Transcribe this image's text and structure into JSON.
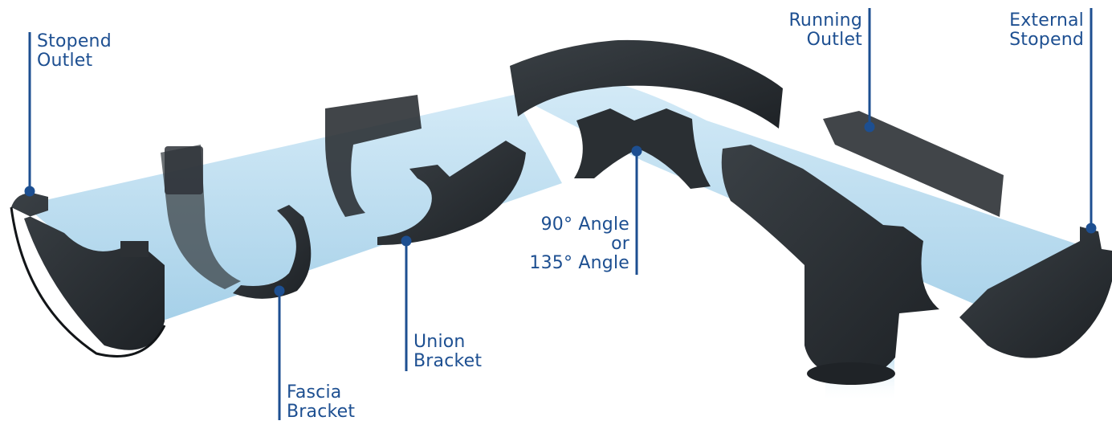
{
  "colors": {
    "accent": "#1d4f91",
    "gutter": "#2b2f33",
    "water": "#a9d6ee"
  },
  "labels": {
    "stopend_outlet": [
      "Stopend",
      "Outlet"
    ],
    "fascia_bracket": [
      "Fascia",
      "Bracket"
    ],
    "union_bracket": [
      "Union",
      "Bracket"
    ],
    "angle": [
      "90° Angle",
      "or",
      "135° Angle"
    ],
    "running_outlet": [
      "Running",
      "Outlet"
    ],
    "external_stopend": [
      "External",
      "Stopend"
    ]
  }
}
